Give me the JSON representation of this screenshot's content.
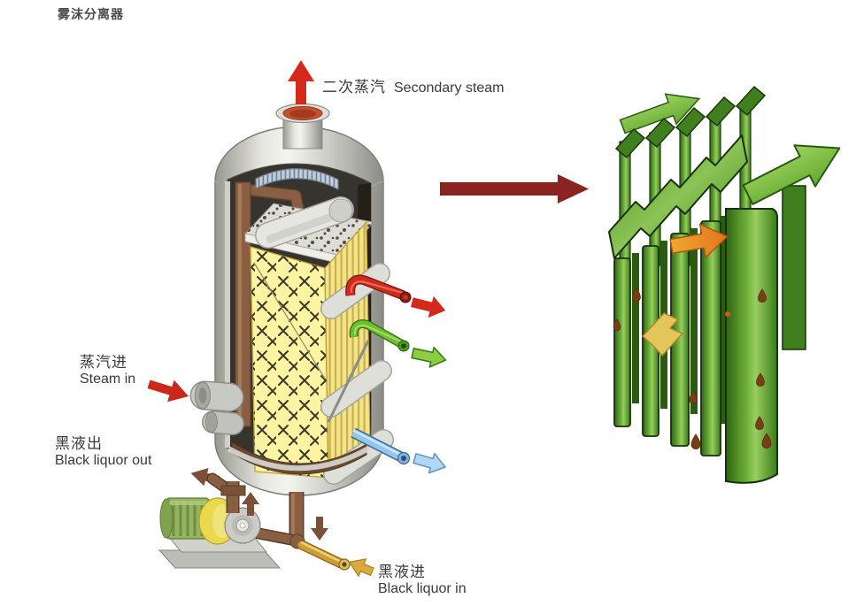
{
  "page": {
    "title": "雾沫分离器"
  },
  "labels": {
    "secondary_steam": {
      "zh": "二次蒸汽",
      "en": "Secondary steam"
    },
    "steam_in": {
      "zh": "蒸汽进",
      "en": "Steam in"
    },
    "black_liquor_out": {
      "zh": "黑液出",
      "en": "Black liquor out"
    },
    "black_liquor_in": {
      "zh": "黑液进",
      "en": "Black liquor in"
    }
  },
  "colors": {
    "secondary_steam_arrow": "#D5291C",
    "steam_in_arrow": "#C9281B",
    "vapor_outlet_arrow_red": "#D5291C",
    "vapor_outlet_arrow_green": "#8CCC46",
    "outlet_arrow_blue": "#AFD8F2",
    "black_liquor_brown": "#8A5E42",
    "black_liquor_in_gold": "#DCAA3C",
    "detail_arrow_maroon": "#8B2421",
    "demister_pad_yellow": "#FCF3A3",
    "vane_plate_green": "#6FB23A",
    "vessel_gray": "#CACAC6"
  }
}
